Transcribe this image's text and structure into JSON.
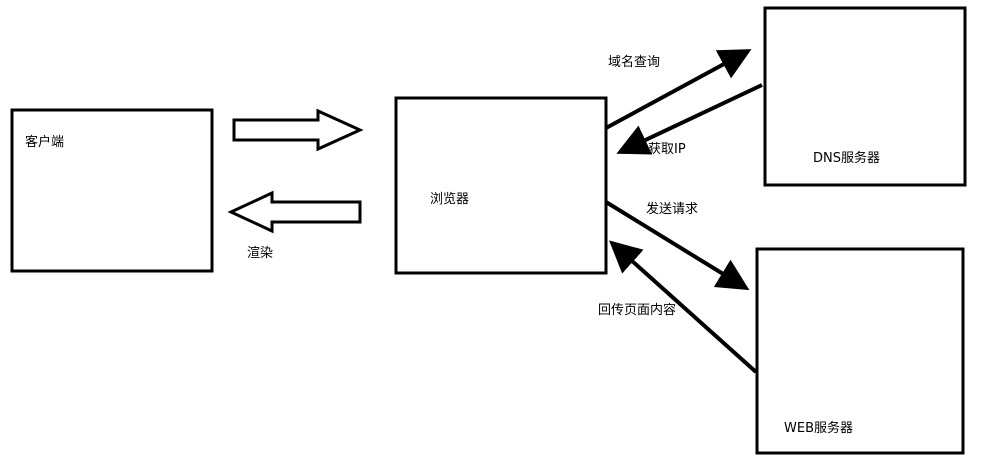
{
  "diagram": {
    "title": "browser-request-flow",
    "colors": {
      "stroke": "#000000",
      "background": "#ffffff"
    },
    "nodes": {
      "client": {
        "label": "客户端"
      },
      "browser": {
        "label": "浏览器"
      },
      "dns": {
        "label": "DNS服务器"
      },
      "web": {
        "label": "WEB服务器"
      }
    },
    "edges": {
      "domain_query": {
        "label": "域名查询",
        "from": "browser",
        "to": "dns"
      },
      "get_ip": {
        "label": "获取IP",
        "from": "dns",
        "to": "browser"
      },
      "send_request": {
        "label": "发送请求",
        "from": "browser",
        "to": "web"
      },
      "return_page": {
        "label": "回传页面内容",
        "from": "web",
        "to": "browser"
      },
      "render": {
        "label": "渲染",
        "from": "browser",
        "to": "client"
      }
    }
  }
}
